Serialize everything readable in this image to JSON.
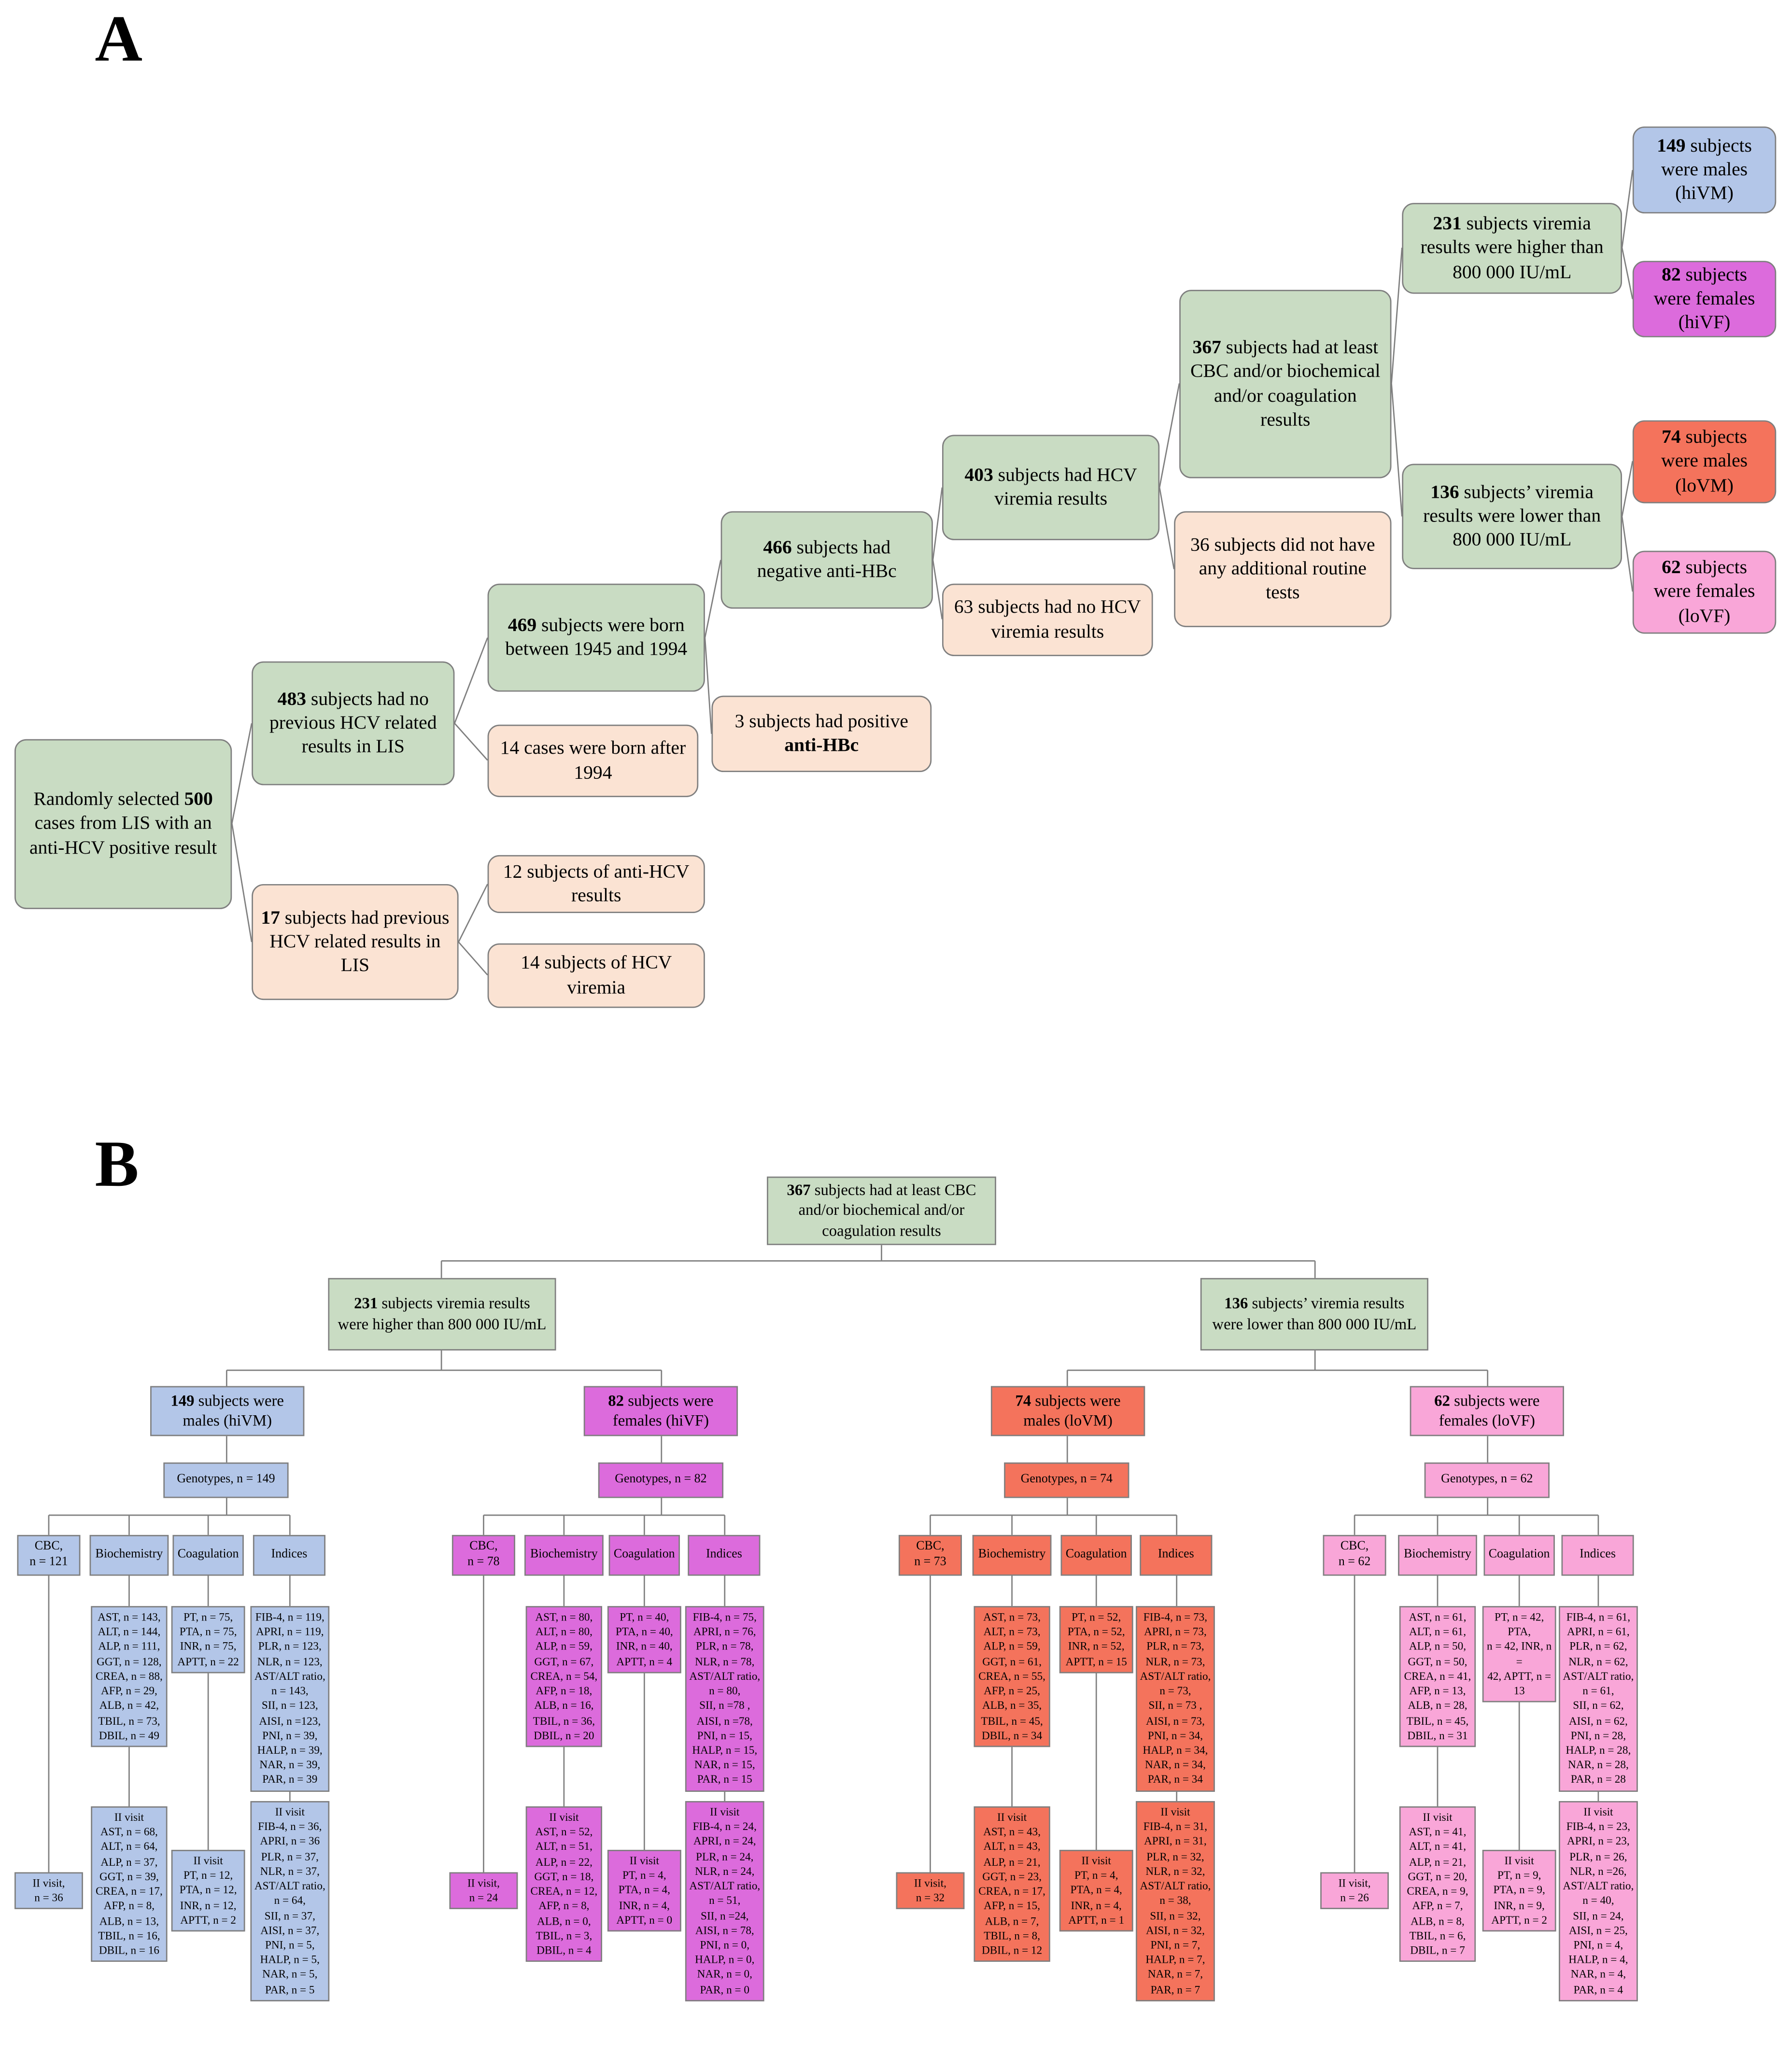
{
  "figure": {
    "panel_a_label": "A",
    "panel_b_label": "B"
  },
  "colors": {
    "green": "#c9dcc3",
    "peach": "#fbe3d3",
    "blue": "#b3c6e8",
    "magenta": "#dc6bdc",
    "coral": "#f4735c",
    "pink": "#f9a6d8",
    "border": "#7f7f7f"
  },
  "panelA": {
    "root": {
      "pre": "Randomly selected ",
      "bold": "500",
      "post": " cases from LIS with an anti-HCV positive result"
    },
    "no_prev": {
      "pre": "",
      "bold": "483",
      "post": " subjects had no previous HCV related results in LIS"
    },
    "prev": {
      "pre": "",
      "bold": "17",
      "post": " subjects had previous HCV related results in LIS"
    },
    "prev_anti": {
      "pre": "12 subjects of anti-HCV results",
      "bold": "",
      "post": ""
    },
    "prev_vir": {
      "pre": "14 subjects of HCV viremia",
      "bold": "",
      "post": ""
    },
    "born": {
      "pre": "",
      "bold": "469",
      "post": " subjects were born between 1945 and 1994"
    },
    "born_after": {
      "pre": "14 cases were born after 1994",
      "bold": "",
      "post": ""
    },
    "neg_hbc": {
      "pre": "",
      "bold": "466",
      "post": " subjects had negative anti-HBc"
    },
    "pos_hbc": {
      "pre": "3 subjects had positive ",
      "bold": "anti-HBc",
      "post": ""
    },
    "viremia": {
      "pre": "",
      "bold": "403",
      "post": " subjects had HCV viremia results"
    },
    "no_viremia": {
      "pre": "63 subjects had no HCV viremia results",
      "bold": "",
      "post": ""
    },
    "tests": {
      "pre": "",
      "bold": "367",
      "post": " subjects had at least CBC and/or biochemical and/or coagulation results"
    },
    "no_tests": {
      "pre": "36 subjects did not have any additional routine tests",
      "bold": "",
      "post": ""
    },
    "hi": {
      "pre": "",
      "bold": "231",
      "post": " subjects viremia results were higher than 800 000 IU/mL"
    },
    "lo": {
      "pre": "",
      "bold": "136",
      "post": " subjects’ viremia results were lower than 800 000 IU/mL"
    },
    "hivm": {
      "pre": "",
      "bold": "149",
      "post": " subjects were males (hiVM)"
    },
    "hivf": {
      "pre": "",
      "bold": "82",
      "post": " subjects were females (hiVF)"
    },
    "lovm": {
      "pre": "",
      "bold": "74",
      "post": " subjects were males (loVM)"
    },
    "lovf": {
      "pre": "",
      "bold": "62",
      "post": " subjects were females (loVF)"
    }
  },
  "panelB": {
    "root": {
      "pre": "",
      "bold": "367",
      "post": " subjects had at least CBC and/or biochemical and/or coagulation results"
    },
    "hi": {
      "pre": "",
      "bold": "231",
      "post": " subjects viremia results were higher than 800 000 IU/mL"
    },
    "lo": {
      "pre": "",
      "bold": "136",
      "post": " subjects’ viremia results were lower than 800 000 IU/mL"
    },
    "groups": [
      {
        "id": "hiVM",
        "gender": {
          "pre": "",
          "bold": "149",
          "post": " subjects were males (hiVM)"
        },
        "genotypes": "Genotypes, n = 149",
        "cbc_label": "CBC,\nn = 121",
        "bio_label": "Biochemistry",
        "coag_label": "Coagulation",
        "ind_label": "Indices",
        "bio_v1": "AST, n = 143,\nALT, n = 144,\nALP, n = 111,\nGGT, n = 128,\nCREA, n = 88,\nAFP, n = 29,\nALB, n = 42,\nTBIL, n = 73,\nDBIL, n = 49",
        "coag_v1": "PT, n = 75,\nPTA, n = 75,\nINR, n = 75,\nAPTT, n = 22",
        "ind_v1": "FIB-4, n = 119,\nAPRI, n = 119,\nPLR, n = 123,\nNLR, n = 123,\nAST/ALT ratio,\nn = 143,\nSII, n = 123,\nAISI, n =123,\nPNI, n = 39,\nHALP, n = 39,\nNAR, n = 39,\nPAR, n = 39",
        "cbc_v2": "II visit,\nn = 36",
        "bio_v2": "II visit\nAST, n = 68,\nALT, n = 64,\nALP, n = 37,\nGGT, n = 39,\nCREA, n = 17,\nAFP, n = 8,\nALB, n = 13,\nTBIL, n = 16,\nDBIL, n = 16",
        "coag_v2": "II visit\nPT, n = 12,\nPTA, n = 12,\nINR, n = 12,\nAPTT, n = 2",
        "ind_v2": "II visit\nFIB-4, n = 36,\nAPRI, n = 36\nPLR, n = 37,\nNLR, n = 37,\nAST/ALT ratio,\nn = 64,\nSII, n = 37,\nAISI, n = 37,\nPNI, n = 5,\nHALP, n = 5,\nNAR, n = 5,\nPAR, n = 5"
      },
      {
        "id": "hiVF",
        "gender": {
          "pre": "",
          "bold": "82",
          "post": " subjects were females (hiVF)"
        },
        "genotypes": "Genotypes, n = 82",
        "cbc_label": "CBC,\nn = 78",
        "bio_label": "Biochemistry",
        "coag_label": "Coagulation",
        "ind_label": "Indices",
        "bio_v1": "AST, n = 80,\nALT, n = 80,\nALP, n = 59,\nGGT, n = 67,\nCREA, n = 54,\nAFP, n = 18,\nALB, n = 16,\nTBIL, n = 36,\nDBIL, n = 20",
        "coag_v1": "PT, n = 40,\nPTA, n = 40,\nINR, n = 40,\nAPTT, n = 4",
        "ind_v1": "FIB-4, n = 75,\nAPRI, n = 76,\nPLR, n = 78,\nNLR, n = 78,\nAST/ALT ratio,\nn = 80,\nSII, n =78 ,\nAISI, n =78,\nPNI, n = 15,\nHALP, n = 15,\nNAR, n = 15,\nPAR, n = 15",
        "cbc_v2": "II visit,\nn = 24",
        "bio_v2": "II visit\nAST, n = 52,\nALT, n = 51,\nALP, n = 22,\nGGT, n = 18,\nCREA, n = 12,\nAFP, n = 8,\nALB, n = 0,\nTBIL, n = 3,\nDBIL, n = 4",
        "coag_v2": "II visit\nPT, n = 4,\nPTA, n = 4,\nINR, n = 4,\nAPTT, n = 0",
        "ind_v2": "II visit\nFIB-4, n = 24,\nAPRI, n = 24,\nPLR, n = 24,\nNLR, n = 24,\nAST/ALT ratio,\nn = 51,\nSII, n =24,\nAISI, n = 78,\nPNI, n = 0,\nHALP, n = 0,\nNAR, n = 0,\nPAR, n = 0"
      },
      {
        "id": "loVM",
        "gender": {
          "pre": "",
          "bold": "74",
          "post": " subjects were males (loVM)"
        },
        "genotypes": "Genotypes, n = 74",
        "cbc_label": "CBC,\nn = 73",
        "bio_label": "Biochemistry",
        "coag_label": "Coagulation",
        "ind_label": "Indices",
        "bio_v1": "AST, n = 73,\nALT, n = 73,\nALP, n = 59,\nGGT, n = 61,\nCREA, n = 55,\nAFP, n = 25,\nALB, n = 35,\nTBIL, n = 45,\nDBIL, n = 34",
        "coag_v1": "PT, n = 52,\nPTA, n = 52,\nINR, n = 52,\nAPTT, n = 15",
        "ind_v1": "FIB-4, n = 73,\nAPRI, n = 73,\nPLR, n = 73,\nNLR, n = 73,\nAST/ALT ratio,\nn = 73,\nSII, n = 73 ,\nAISI, n = 73,\nPNI, n = 34,\nHALP, n = 34,\nNAR, n = 34,\nPAR, n = 34",
        "cbc_v2": "II visit,\nn = 32",
        "bio_v2": "II visit\nAST, n = 43,\nALT, n = 43,\nALP, n = 21,\nGGT, n = 23,\nCREA, n = 17,\nAFP, n = 15,\nALB, n = 7,\nTBIL, n = 8,\nDBIL, n = 12",
        "coag_v2": "II visit\nPT, n = 4,\nPTA, n = 4,\nINR, n = 4,\nAPTT, n = 1",
        "ind_v2": "II visit\nFIB-4, n = 31,\nAPRI, n = 31,\nPLR, n = 32,\nNLR, n = 32,\nAST/ALT ratio,\nn = 38,\nSII, n = 32,\nAISI, n = 32,\nPNI, n = 7,\nHALP, n = 7,\nNAR, n = 7,\nPAR, n = 7"
      },
      {
        "id": "loVF",
        "gender": {
          "pre": "",
          "bold": "62",
          "post": " subjects were females (loVF)"
        },
        "genotypes": "Genotypes, n = 62",
        "cbc_label": "CBC,\nn = 62",
        "bio_label": "Biochemistry",
        "coag_label": "Coagulation",
        "ind_label": "Indices",
        "bio_v1": "AST, n = 61,\nALT, n = 61,\nALP, n = 50,\nGGT, n = 50,\nCREA, n = 41,\nAFP, n = 13,\nALB, n = 28,\nTBIL, n = 45,\nDBIL, n = 31",
        "coag_v1": "PT, n = 42, PTA,\nn = 42, INR, n =\n42, APTT, n = 13",
        "ind_v1": "FIB-4, n = 61,\nAPRI, n = 61,\nPLR, n = 62,\nNLR, n = 62,\nAST/ALT ratio,\nn = 61,\nSII, n = 62,\nAISI, n = 62,\nPNI, n = 28,\nHALP, n = 28,\nNAR, n = 28,\nPAR, n = 28",
        "cbc_v2": "II visit,\nn = 26",
        "bio_v2": "II visit\nAST, n = 41,\nALT, n = 41,\nALP, n = 21,\nGGT, n = 20,\nCREA, n = 9,\nAFP, n = 7,\nALB, n = 8,\nTBIL, n = 6,\nDBIL, n = 7",
        "coag_v2": "II visit\nPT, n = 9,\nPTA, n = 9,\nINR, n = 9,\nAPTT, n = 2",
        "ind_v2": "II visit\nFIB-4, n = 23,\nAPRI, n = 23,\nPLR, n = 26,\nNLR, n =26,\nAST/ALT ratio,\nn = 40,\nSII, n = 24,\nAISI, n = 25,\nPNI, n = 4,\nHALP, n = 4,\nNAR, n = 4,\nPAR, n = 4"
      }
    ]
  }
}
